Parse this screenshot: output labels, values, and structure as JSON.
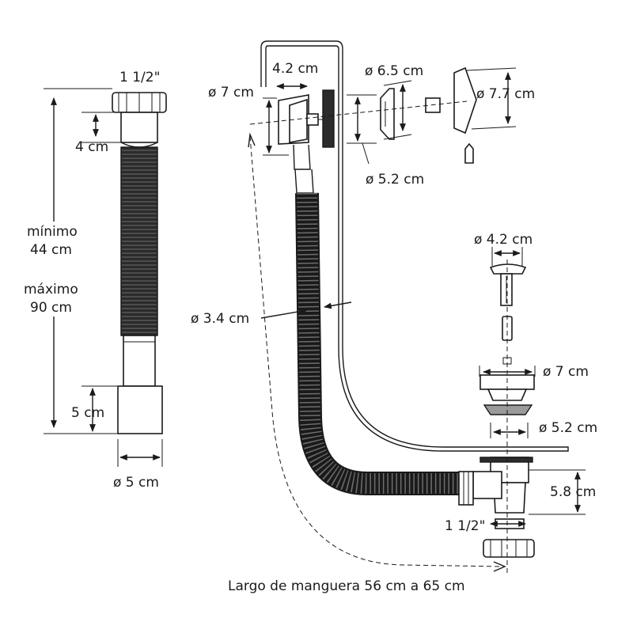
{
  "labels": {
    "thread_top": "1 1/2\"",
    "four_cm": "4 cm",
    "min_label": "mínimo",
    "min_value": "44 cm",
    "max_label": "máximo",
    "max_value": "90 cm",
    "five_cm": "5 cm",
    "dia_5": "ø 5 cm",
    "dim_42_top": "4.2 cm",
    "dia_7_top": "ø 7 cm",
    "dia_65": "ø 6.5 cm",
    "dia_77": "ø 7.7 cm",
    "dia_52_top": "ø 5.2 cm",
    "dia_42_right": "ø 4.2 cm",
    "dia_34": "ø 3.4 cm",
    "dia_7_right": "ø 7 cm",
    "dia_52_right": "ø 5.2 cm",
    "dim_58": "5.8 cm",
    "thread_bottom": "1 1/2\"",
    "hose_length": "Largo de manguera 56 cm a 65 cm"
  },
  "colors": {
    "line": "#1a1a1a",
    "hose": "#2b2b2b",
    "grey": "#9a9a9a",
    "background": "#ffffff"
  }
}
